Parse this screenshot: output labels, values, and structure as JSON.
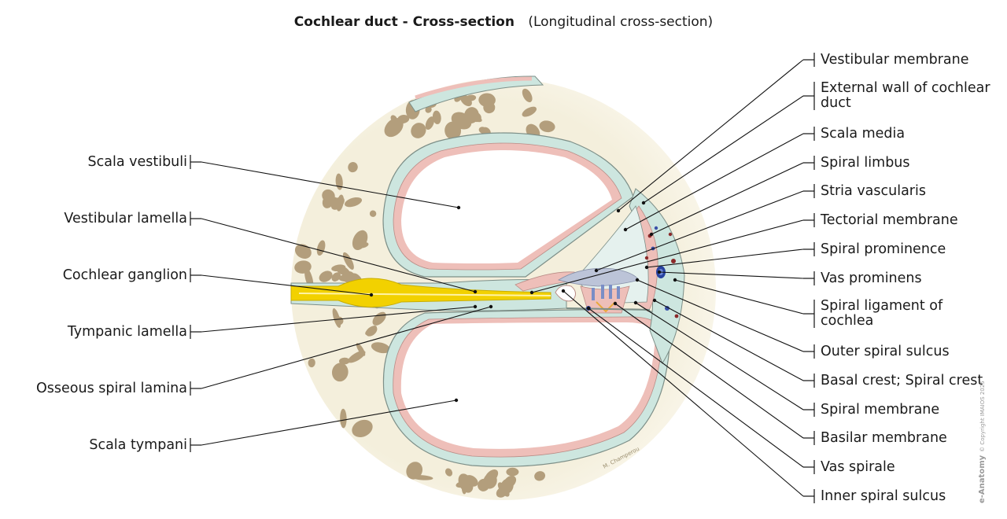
{
  "title": "Cochlear duct - Cross-section",
  "subtitle": "(Longitudinal cross-section)",
  "labels_left": [
    "Scala vestibuli",
    "Vestibular lamella",
    "Cochlear ganglion",
    "Tympanic lamella",
    "Osseous spiral lamina",
    "Scala tympani"
  ],
  "labels_right": [
    "Vestibular membrane",
    "External wall of cochlear\nduct",
    "Scala media",
    "Spiral limbus",
    "Stria vascularis",
    "Tectorial membrane",
    "Spiral prominence",
    "Vas prominens",
    "Spiral ligament of\ncochlea",
    "Outer spiral sulcus",
    "Basal crest; Spiral crest",
    "Spiral membrane",
    "Basilar membrane",
    "Vas spirale",
    "Inner spiral sulcus"
  ],
  "artist_signature": "M. Champerou",
  "credit": {
    "brand": "e-Anatomy",
    "copyright": "© Copyright IMAIOS 2025"
  },
  "colors": {
    "bone": "#f4efdc",
    "bone_pore": "#b39e7c",
    "periosteum": "#cde6df",
    "epithelium": "#eebfb9",
    "ganglion": "#f2d100",
    "tectorial": "#bcc4d8",
    "vessel": "#2843a0",
    "leader": "#111111"
  }
}
